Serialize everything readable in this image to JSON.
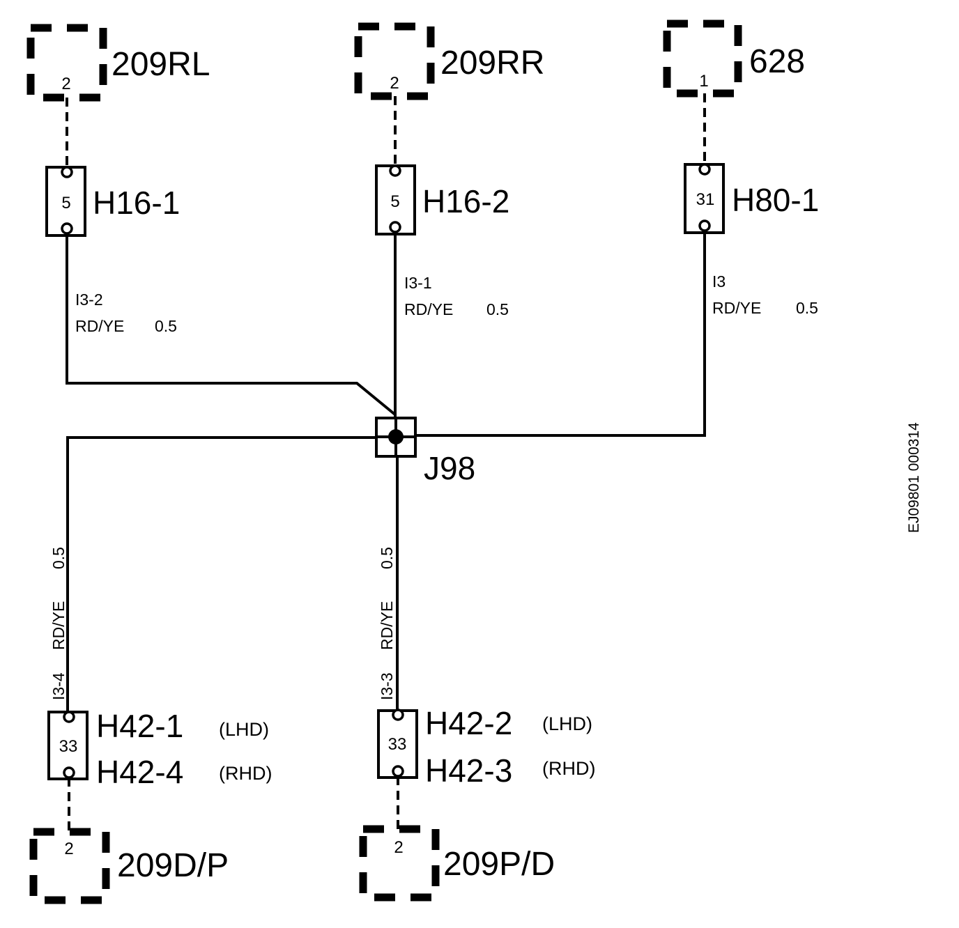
{
  "components": {
    "rl": {
      "label": "209RL",
      "pin": "2"
    },
    "rr": {
      "label": "209RR",
      "pin": "2"
    },
    "c628": {
      "label": "628",
      "pin": "1"
    },
    "dp": {
      "label": "209D/P",
      "pin": "2"
    },
    "pd": {
      "label": "209P/D",
      "pin": "2"
    }
  },
  "connectors": {
    "h16_1": {
      "label": "H16-1",
      "pin": "5"
    },
    "h16_2": {
      "label": "H16-2",
      "pin": "5"
    },
    "h80_1": {
      "label": "H80-1",
      "pin": "31"
    },
    "h42_left": {
      "pin": "33",
      "label_lhd": "H42-1",
      "lhd": "(LHD)",
      "label_rhd": "H42-4",
      "rhd": "(RHD)"
    },
    "h42_mid": {
      "pin": "33",
      "label_lhd": "H42-2",
      "lhd": "(LHD)",
      "label_rhd": "H42-3",
      "rhd": "(RHD)"
    }
  },
  "splice": {
    "label": "J98"
  },
  "wires": {
    "w_left_top": {
      "id": "I3-2",
      "color": "RD/YE",
      "size": "0.5"
    },
    "w_mid_top": {
      "id": "I3-1",
      "color": "RD/YE",
      "size": "0.5"
    },
    "w_right_top": {
      "id": "I3",
      "color": "RD/YE",
      "size": "0.5"
    },
    "w_left_bot": {
      "id": "I3-4",
      "color": "RD/YE",
      "size": "0.5"
    },
    "w_mid_bot": {
      "id": "I3-3",
      "color": "RD/YE",
      "size": "0.5"
    }
  },
  "doc_id": "EJ09801 000314"
}
